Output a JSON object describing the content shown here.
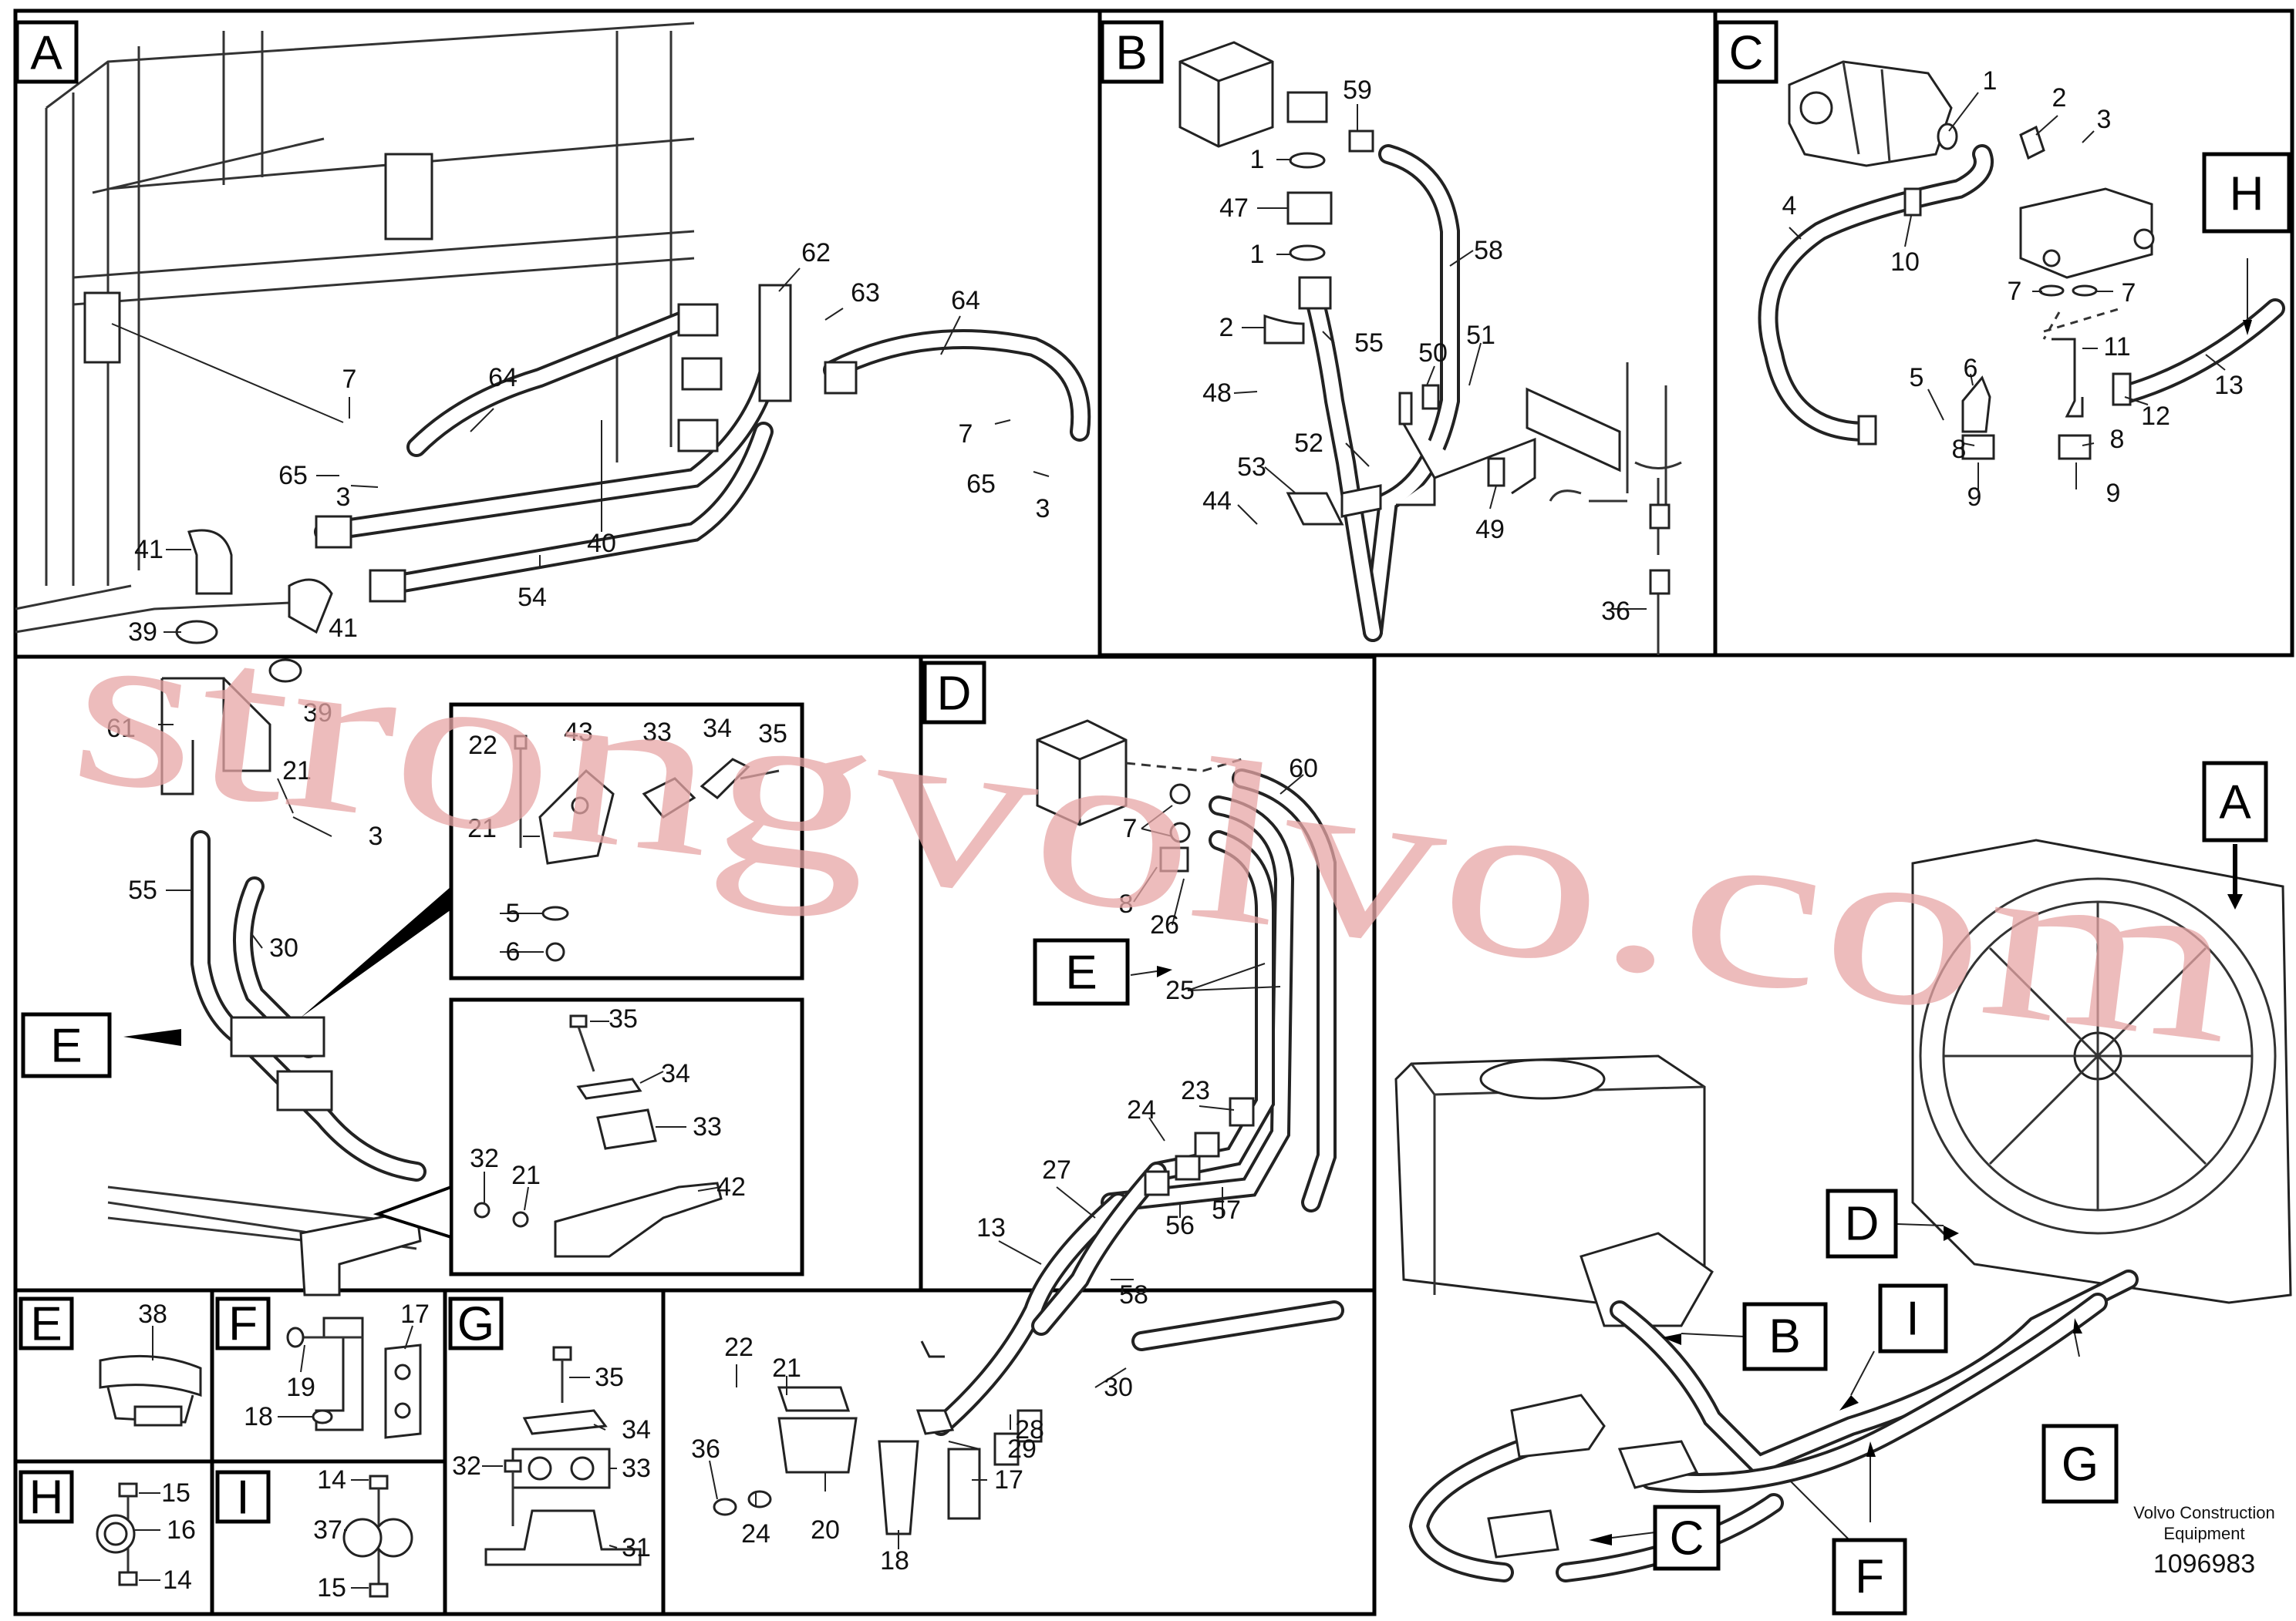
{
  "panels": {
    "A": {
      "tag": "A",
      "labels": [
        "7",
        "64",
        "62",
        "63",
        "64",
        "65",
        "3",
        "40",
        "41",
        "39",
        "54",
        "41",
        "39",
        "61",
        "21",
        "3",
        "55",
        "30",
        "7",
        "65",
        "3"
      ]
    },
    "B": {
      "tag": "B",
      "labels": [
        "59",
        "1",
        "47",
        "1",
        "58",
        "2",
        "55",
        "50",
        "51",
        "48",
        "52",
        "53",
        "44",
        "49",
        "36"
      ]
    },
    "C": {
      "tag": "C",
      "labels": [
        "1",
        "2",
        "3",
        "4",
        "10",
        "7",
        "7",
        "11",
        "5",
        "6",
        "12",
        "13",
        "8",
        "8",
        "9",
        "9"
      ]
    },
    "D": {
      "tag": "D",
      "labels": [
        "60",
        "7",
        "8",
        "26",
        "25",
        "23",
        "24",
        "27",
        "13",
        "56",
        "57",
        "58",
        "22",
        "21",
        "36",
        "24",
        "20",
        "18",
        "29",
        "28",
        "30",
        "17"
      ]
    },
    "E": {
      "tag": "E",
      "labels": [
        "38"
      ]
    },
    "F": {
      "tag": "F",
      "labels": [
        "17",
        "19",
        "18"
      ]
    },
    "G": {
      "tag": "G",
      "labels": [
        "35",
        "34",
        "33",
        "32",
        "31"
      ]
    },
    "H": {
      "tag": "H",
      "labels": [
        "15",
        "16",
        "14"
      ]
    },
    "I": {
      "tag": "I",
      "labels": [
        "14",
        "37",
        "15"
      ]
    }
  },
  "inset_top": {
    "labels": [
      "22",
      "43",
      "33",
      "34",
      "35",
      "21",
      "5",
      "6"
    ]
  },
  "inset_bottom": {
    "labels": [
      "35",
      "34",
      "33",
      "32",
      "21",
      "42"
    ]
  },
  "callouts": {
    "E_left": "E",
    "E_right": "E",
    "H": "H"
  },
  "overview": {
    "tags": [
      "A",
      "D",
      "B",
      "I",
      "G",
      "C",
      "F"
    ]
  },
  "watermark": "strongvolvo.com",
  "credit": {
    "line1": "Volvo Construction",
    "line2": "Equipment"
  },
  "doc_number": "1096983"
}
